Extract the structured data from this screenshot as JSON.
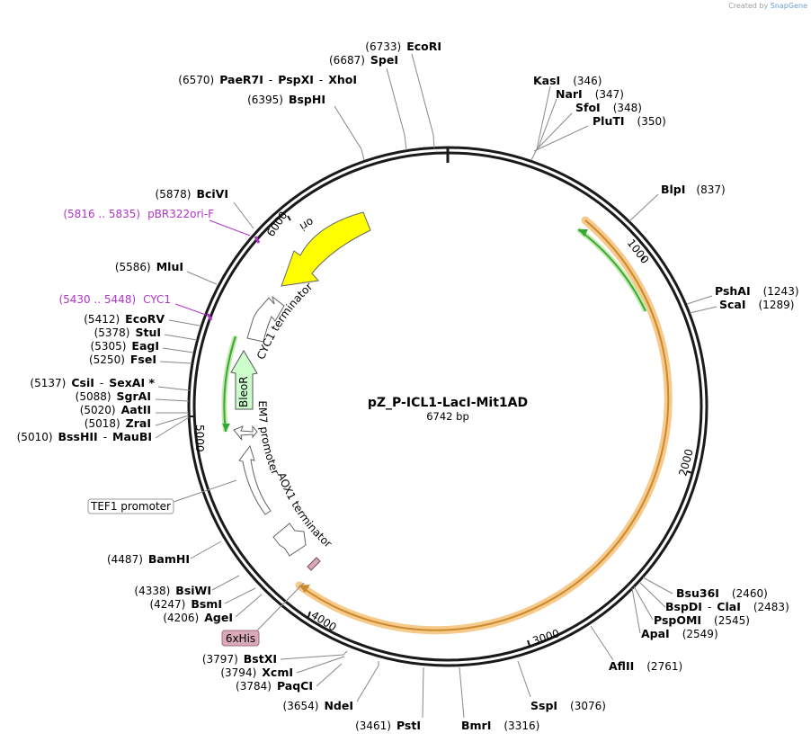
{
  "brand": {
    "prefix": "Created by",
    "name": "SnapGene"
  },
  "plasmid": {
    "name": "pZ_P-ICL1-LacI-Mit1AD",
    "length_label": "6742 bp"
  },
  "ticks": [
    "1000",
    "2000",
    "3000",
    "4000",
    "5000",
    "6000"
  ],
  "sites": [
    {
      "pos": "(6733)",
      "names": [
        "EcoRI"
      ]
    },
    {
      "pos": "(6687)",
      "names": [
        "SpeI"
      ]
    },
    {
      "pos": "(6570)",
      "names": [
        "PaeR7I",
        "PspXI",
        "XhoI"
      ]
    },
    {
      "pos": "(6395)",
      "names": [
        "BspHI"
      ]
    },
    {
      "pos": "(346)",
      "names": [
        "KasI"
      ]
    },
    {
      "pos": "(347)",
      "names": [
        "NarI"
      ]
    },
    {
      "pos": "(348)",
      "names": [
        "SfoI"
      ]
    },
    {
      "pos": "(350)",
      "names": [
        "PluTI"
      ]
    },
    {
      "pos": "(837)",
      "names": [
        "BlpI"
      ]
    },
    {
      "pos": "(1243)",
      "names": [
        "PshAI"
      ]
    },
    {
      "pos": "(1289)",
      "names": [
        "ScaI"
      ]
    },
    {
      "pos": "(5878)",
      "names": [
        "BciVI"
      ]
    },
    {
      "pos": "(5586)",
      "names": [
        "MluI"
      ]
    },
    {
      "pos": "(5412)",
      "names": [
        "EcoRV"
      ]
    },
    {
      "pos": "(5378)",
      "names": [
        "StuI"
      ]
    },
    {
      "pos": "(5305)",
      "names": [
        "EagI"
      ]
    },
    {
      "pos": "(5250)",
      "names": [
        "FseI"
      ]
    },
    {
      "pos": "(5137)",
      "names": [
        "CsiI",
        "SexAI *"
      ]
    },
    {
      "pos": "(5088)",
      "names": [
        "SgrAI"
      ]
    },
    {
      "pos": "(5020)",
      "names": [
        "AatII"
      ]
    },
    {
      "pos": "(5018)",
      "names": [
        "ZraI"
      ]
    },
    {
      "pos": "(5010)",
      "names": [
        "BssHII",
        "MauBI"
      ]
    },
    {
      "pos": "(4487)",
      "names": [
        "BamHI"
      ]
    },
    {
      "pos": "(4338)",
      "names": [
        "BsiWI"
      ]
    },
    {
      "pos": "(4247)",
      "names": [
        "BsmI"
      ]
    },
    {
      "pos": "(4206)",
      "names": [
        "AgeI"
      ]
    },
    {
      "pos": "(3797)",
      "names": [
        "BstXI"
      ]
    },
    {
      "pos": "(3794)",
      "names": [
        "XcmI"
      ]
    },
    {
      "pos": "(3784)",
      "names": [
        "PaqCI"
      ]
    },
    {
      "pos": "(3654)",
      "names": [
        "NdeI"
      ]
    },
    {
      "pos": "(3461)",
      "names": [
        "PstI"
      ]
    },
    {
      "pos": "(3316)",
      "names": [
        "BmrI"
      ]
    },
    {
      "pos": "(3076)",
      "names": [
        "SspI"
      ]
    },
    {
      "pos": "(2761)",
      "names": [
        "AflII"
      ]
    },
    {
      "pos": "(2460)",
      "names": [
        "Bsu36I"
      ]
    },
    {
      "pos": "(2483)",
      "names": [
        "BspDI",
        "ClaI"
      ]
    },
    {
      "pos": "(2545)",
      "names": [
        "PspOMI"
      ]
    },
    {
      "pos": "(2549)",
      "names": [
        "ApaI"
      ]
    }
  ],
  "primers": [
    {
      "range": "(5816 .. 5835)",
      "name": "pBR322ori-F"
    },
    {
      "range": "(5430 .. 5448)",
      "name": "CYC1"
    }
  ],
  "features": {
    "ori": "ori",
    "cyc1_terminator": "CYC1 terminator",
    "bleor": "BleoR",
    "em7_promoter": "EM7 promoter",
    "aox1_terminator": "AOX1 terminator",
    "tef1_promoter": "TEF1 promoter",
    "six_his": "6xHis"
  },
  "colors": {
    "backbone": "#1a1a1a",
    "ori": "#ffff00",
    "bleor": "#ccffcc",
    "orf_highlight": "#f7c98a",
    "green_track": "#33aa33",
    "primer": "#b035c9",
    "his_tag": "#d9a9b7"
  }
}
